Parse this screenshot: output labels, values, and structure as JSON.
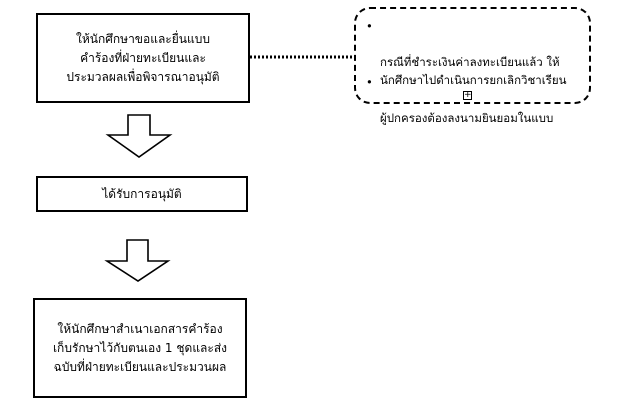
{
  "steps": [
    {
      "text": "ให้นักศึกษาขอและยื่นแบบ\nคำร้องที่ฝ่ายทะเบียนและ\nประมวลผลเพื่อพิจารณาอนุมัติ"
    },
    {
      "text": "ได้รับการอนุมัติ"
    },
    {
      "text": "ให้นักศึกษาสำเนาเอกสารคำร้อง\nเก็บรักษาไว้กับตนเอง 1 ชุดและส่ง\nฉบับที่ฝ่ายทะเบียนและประมวนผล"
    }
  ],
  "note": {
    "items": [
      {
        "bullet": "•",
        "text": "กรณีที่ชำระเงินค่าลงทะเบียนแล้ว  ให้\nนักศึกษาไปดำเนินการยกเลิกวิชาเรียน"
      },
      {
        "bullet": "•",
        "text": "ผู้ปกครองต้องลงนามยินยอมในแบบ"
      }
    ],
    "expand_symbol": "+"
  }
}
